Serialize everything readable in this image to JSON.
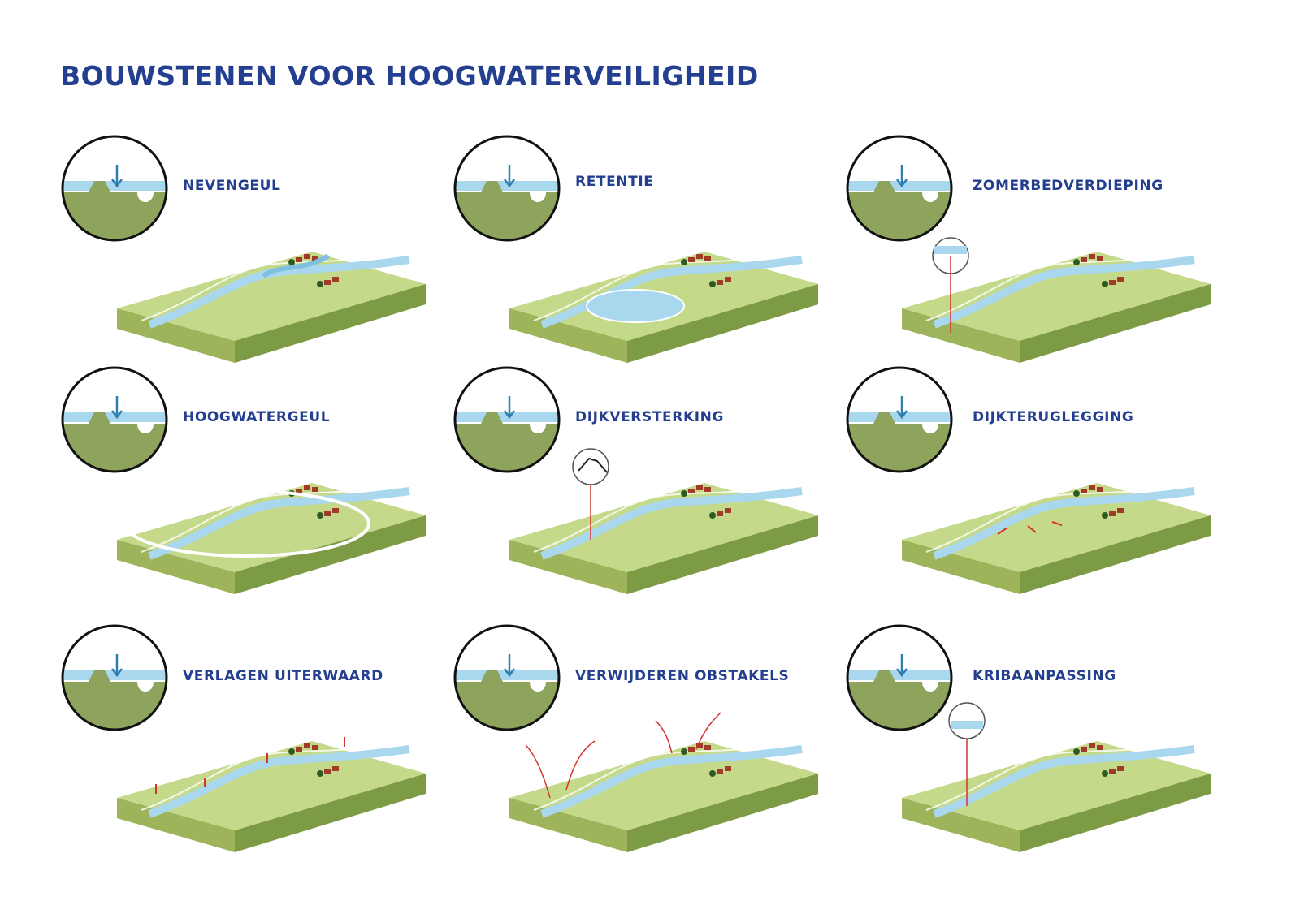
{
  "title": "BOUWSTENEN VOOR HOOGWATERVEILIGHEID",
  "colors": {
    "title": "#243f8f",
    "grass_top": "#c5d98a",
    "grass_left": "#9db45a",
    "grass_right": "#7d9a45",
    "circle_ground": "#8ea35c",
    "water": "#a9d8ee",
    "arrow_blue": "#2d7fb2",
    "arrow_red": "#d4332a",
    "houses": "#a03b2a",
    "trees": "#2f5a23"
  },
  "panels": [
    {
      "label": "NEVENGEUL",
      "icon": "side-channel-icon"
    },
    {
      "label": "RETENTIE",
      "icon": "retention-icon"
    },
    {
      "label": "ZOMERBEDVERDIEPING",
      "icon": "riverbed-deepening-icon"
    },
    {
      "label": "HOOGWATERGEUL",
      "icon": "high-water-channel-icon"
    },
    {
      "label": "DIJKVERSTERKING",
      "icon": "dike-reinforcement-icon"
    },
    {
      "label": "DIJKTERUGLEGGING",
      "icon": "dike-relocation-icon"
    },
    {
      "label": "VERLAGEN UITERWAARD",
      "icon": "floodplain-lowering-icon"
    },
    {
      "label": "VERWIJDEREN OBSTAKELS",
      "icon": "obstacle-removal-icon"
    },
    {
      "label": "KRIBAANPASSING",
      "icon": "groyne-adjustment-icon"
    }
  ]
}
